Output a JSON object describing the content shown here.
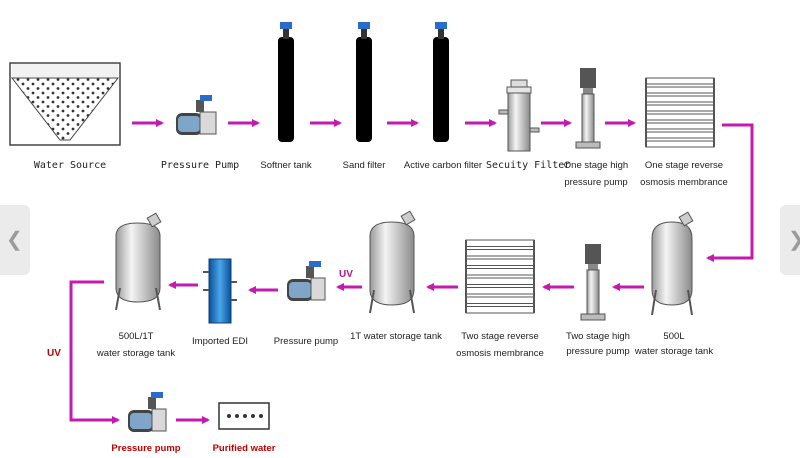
{
  "colors": {
    "arrow": "#c41ab2",
    "tank": "#000000",
    "equipment": "#606060",
    "edi": "#1f7fd0",
    "label_red": "#c00000"
  },
  "nav": {
    "prev_icon": "chevron-left-icon",
    "next_icon": "chevron-right-icon"
  },
  "row1": {
    "water_source": "Water Source",
    "pressure_pump": "Pressure Pump",
    "softner": "Softner tank",
    "sand": "Sand filter",
    "carbon": "Active carbon filter",
    "security": "Secuity Filter",
    "hp1_line1": "One stage high",
    "hp1_line2": "pressure pump",
    "ro1_line1": "One stage reverse",
    "ro1_line2": "osmosis membrance"
  },
  "row2": {
    "tank500_line1": "500L",
    "tank500_line2": "water storage tank",
    "hp2_line1": "Two stage high",
    "hp2_line2": "pressure pump",
    "ro2_line1": "Two stage reverse",
    "ro2_line2": "osmosis membrance",
    "tank1t": "1T water storage tank",
    "uv_top": "UV",
    "pump2": "Pressure pump",
    "edi": "Imported EDI",
    "tank500_1t_line1": "500L/1T",
    "tank500_1t_line2": "water storage tank"
  },
  "row3": {
    "uv_left": "UV",
    "pump3": "Pressure pump",
    "purified": "Purified water"
  }
}
